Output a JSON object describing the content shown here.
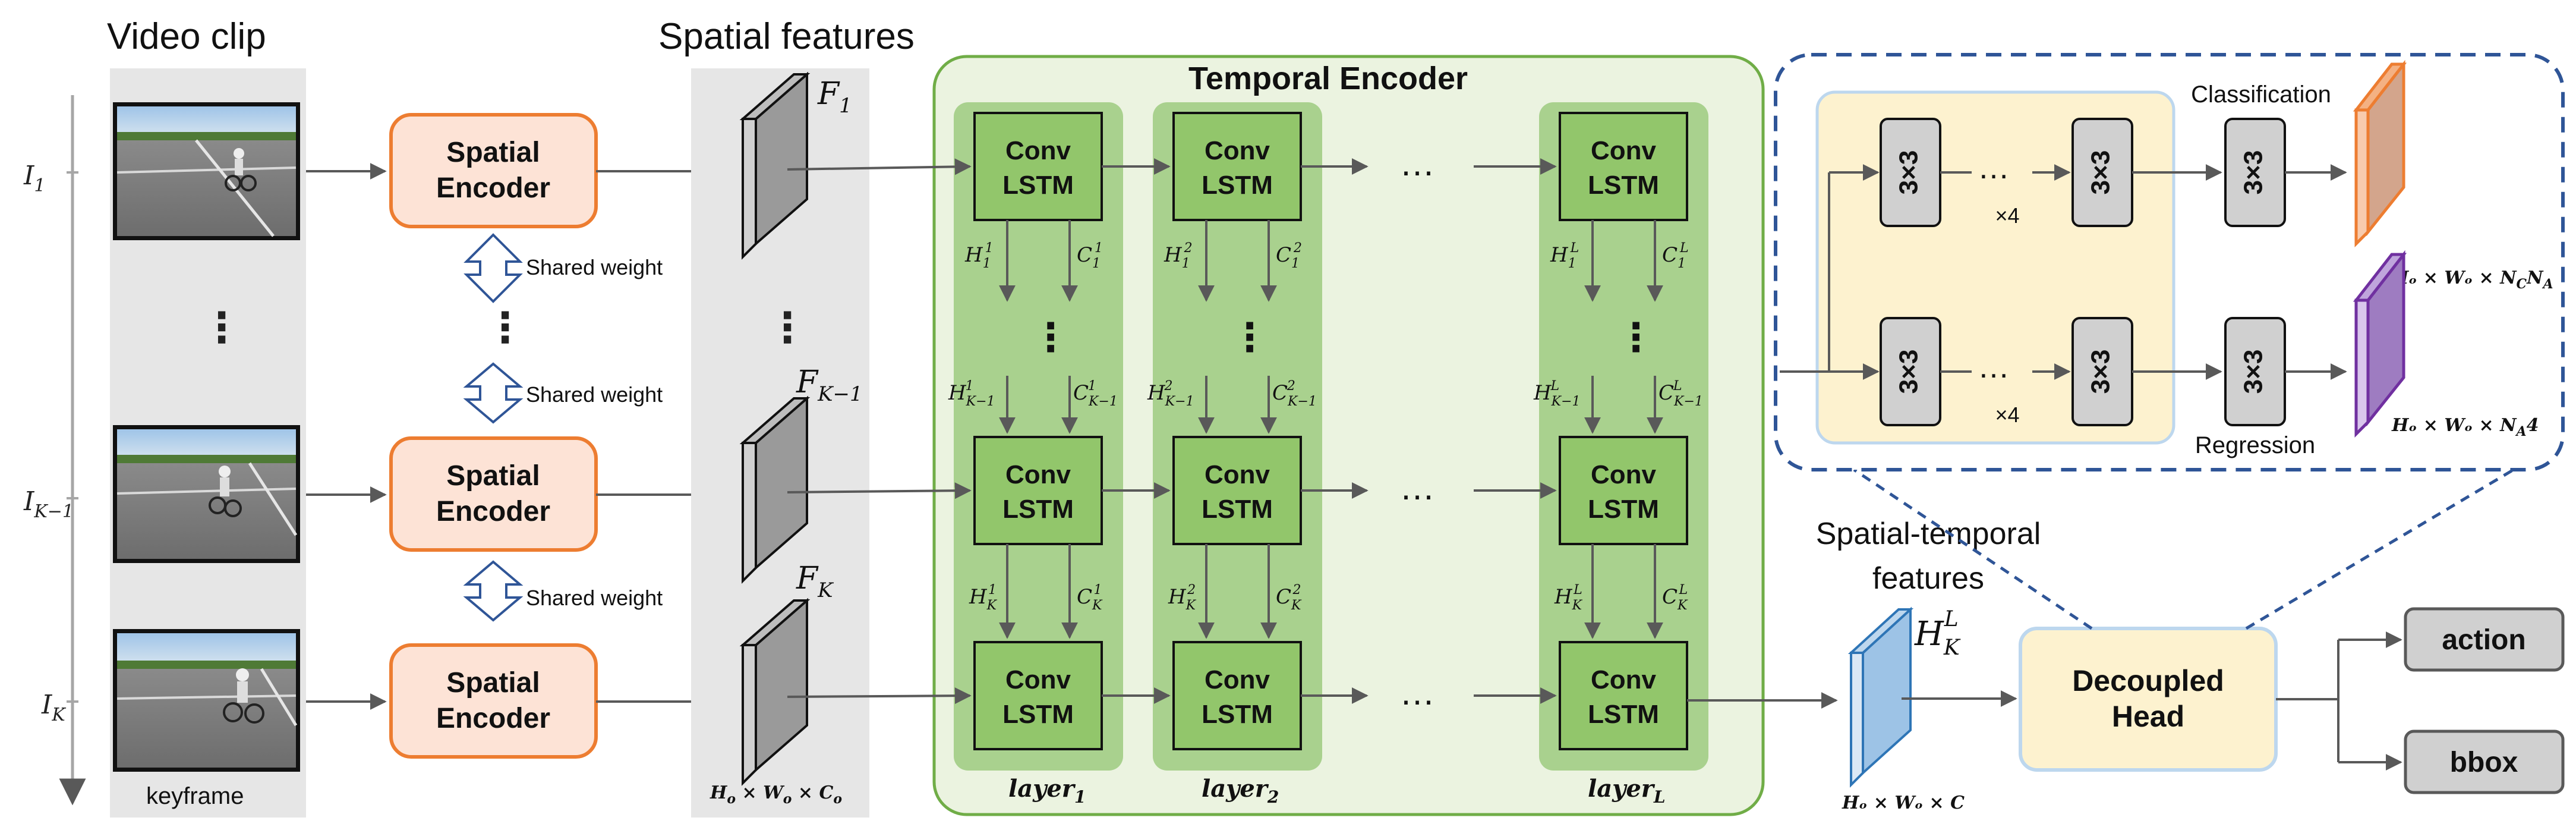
{
  "title_video_clip": "Video clip",
  "title_spatial_features": "Spatial features",
  "title_temporal_encoder": "Temporal Encoder",
  "keyframe_label": "keyframe",
  "frames": [
    {
      "label_main": "I",
      "label_sub": "1"
    },
    {
      "label_main": "I",
      "label_sub": "K−1"
    },
    {
      "label_main": "I",
      "label_sub": "K"
    }
  ],
  "spatial_encoder": {
    "line1": "Spatial",
    "line2": "Encoder"
  },
  "shared_weight": "Shared weight",
  "features": [
    {
      "main": "F",
      "sub": "1"
    },
    {
      "main": "F",
      "sub": "K−1"
    },
    {
      "main": "F",
      "sub": "K"
    }
  ],
  "feature_dims": {
    "h": "H",
    "h_sub": "o",
    "w": "W",
    "w_sub": "o",
    "c": "C",
    "c_sub": "o"
  },
  "conv_lstm": {
    "line1": "Conv",
    "line2": "LSTM"
  },
  "ellipsis": "…",
  "vdots": "⋮",
  "layers": [
    {
      "main": "layer",
      "sub": "1"
    },
    {
      "main": "layer",
      "sub": "2"
    },
    {
      "main": "layer",
      "sub": "L"
    }
  ],
  "state_labels": {
    "top": [
      [
        "H",
        "1",
        "1"
      ],
      [
        "C",
        "1",
        "1"
      ],
      [
        "H",
        "1",
        "2"
      ],
      [
        "C",
        "1",
        "2"
      ],
      [
        "H",
        "1",
        "L"
      ],
      [
        "C",
        "1",
        "L"
      ]
    ],
    "mid": [
      [
        "H",
        "K−1",
        "1"
      ],
      [
        "C",
        "K−1",
        "1"
      ],
      [
        "H",
        "K−1",
        "2"
      ],
      [
        "C",
        "K−1",
        "2"
      ],
      [
        "H",
        "K−1",
        "L"
      ],
      [
        "C",
        "K−1",
        "L"
      ]
    ],
    "bot": [
      [
        "H",
        "K",
        "1"
      ],
      [
        "C",
        "K",
        "1"
      ],
      [
        "H",
        "K",
        "2"
      ],
      [
        "C",
        "K",
        "2"
      ],
      [
        "H",
        "K",
        "L"
      ],
      [
        "C",
        "K",
        "L"
      ]
    ]
  },
  "spatial_temporal": {
    "line1": "Spatial-temporal",
    "line2": "features",
    "feat_main": "H",
    "feat_sub": "K",
    "feat_sup": "L"
  },
  "st_dims": "Hₒ × Wₒ × C",
  "decoupled_head": {
    "line1": "Decoupled",
    "line2": "Head"
  },
  "outputs": [
    "action",
    "bbox"
  ],
  "head_detail": {
    "conv": "3×3",
    "repeat": "×4",
    "classification": "Classification",
    "regression": "Regression",
    "cls_dims": "Hₒ × Wₒ × N",
    "cls_sub1": "C",
    "cls_mid": "N",
    "cls_sub2": "A",
    "reg_dims": "Hₒ × Wₒ × N",
    "reg_sub": "A",
    "reg_tail": "4"
  },
  "colors": {
    "orange_fill": "#fde3d6",
    "orange_stroke": "#ed7d31",
    "green_outer": "#ebf3e0",
    "green_outer_stroke": "#70ad47",
    "green_col": "#a9d18e",
    "green_cell": "#92c66b",
    "gray_panel": "#e6e6e6",
    "yellow_head": "#fdf2cf",
    "blue_dash": "#2f5597",
    "purple": "#9e7cc1",
    "blue_feat": "#9dc3e6"
  }
}
